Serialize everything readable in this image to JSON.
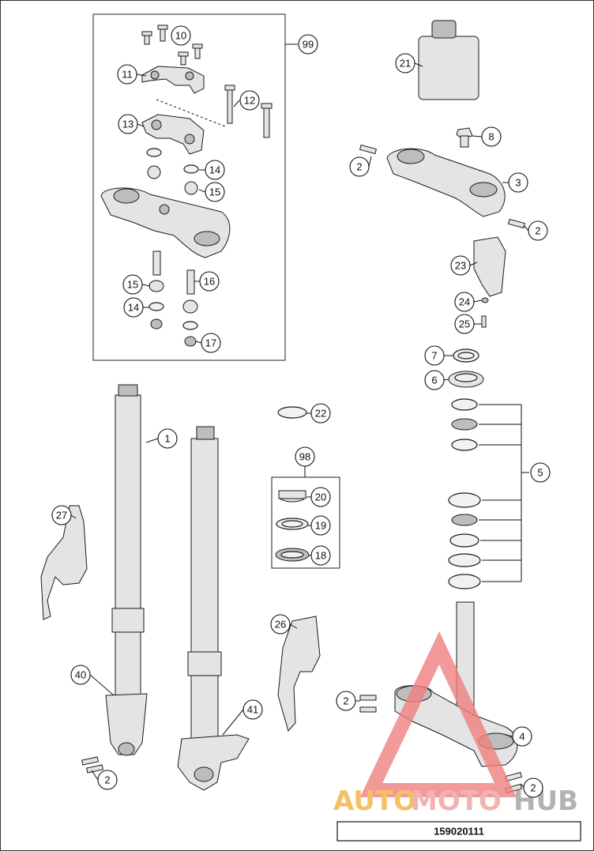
{
  "diagram": {
    "part_numbers": [
      "99",
      "10",
      "11",
      "12",
      "13",
      "14",
      "15",
      "15",
      "16",
      "14",
      "17",
      "21",
      "8",
      "2",
      "3",
      "2",
      "23",
      "24",
      "25",
      "7",
      "6",
      "5",
      "22",
      "98",
      "20",
      "19",
      "18",
      "1",
      "27",
      "26",
      "40",
      "41",
      "2",
      "2",
      "4",
      "2"
    ],
    "drawing_number": "159020111",
    "watermark": {
      "prefix": "AUTO",
      "middle": "MOTO",
      "suffix": "HUB",
      "colors": {
        "auto": "#f5b041",
        "moto": "#f0a0a0",
        "hub": "#a0a0a0",
        "triangle": "#f08080"
      }
    }
  }
}
